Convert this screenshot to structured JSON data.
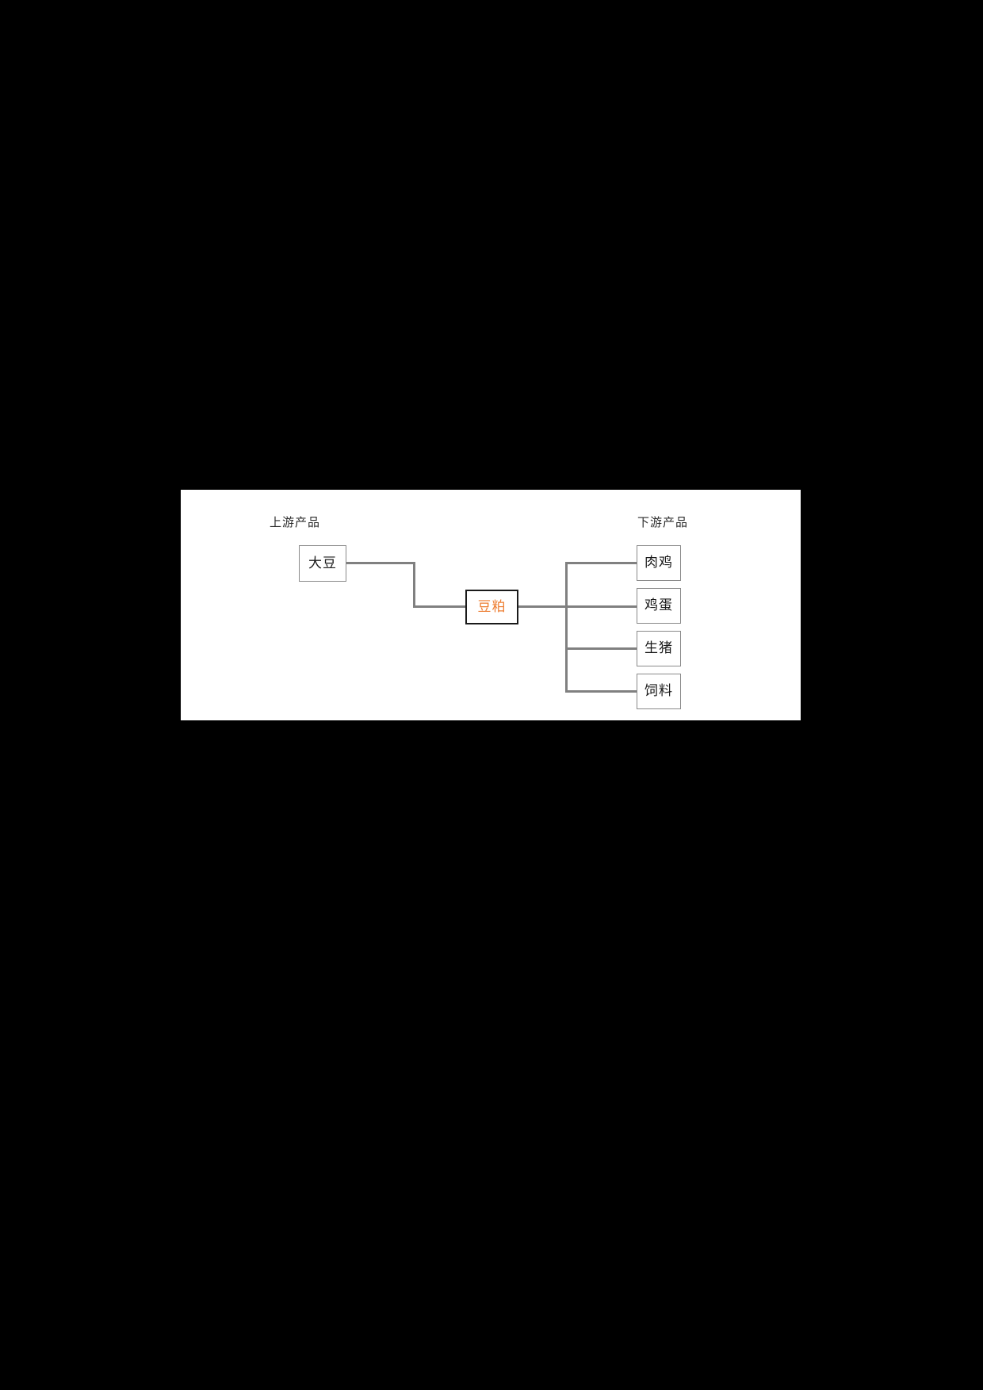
{
  "page": {
    "background_color": "#000000",
    "panel_background_color": "#ffffff"
  },
  "figure": {
    "labels": {
      "upstream": "上游产品",
      "downstream": "下游产品"
    },
    "colors": {
      "accent": "#ED7D31",
      "node_border": "#8a8a8a",
      "accent_border": "#1a1a1a",
      "connector": "#808080",
      "text": "#1a1a1a"
    },
    "nodes": {
      "upstream": [
        {
          "id": "soybean",
          "label": "大豆"
        }
      ],
      "center": [
        {
          "id": "soymeal",
          "label": "豆粕",
          "highlighted": true
        }
      ],
      "downstream": [
        {
          "id": "broiler",
          "label": "肉鸡"
        },
        {
          "id": "egg",
          "label": "鸡蛋"
        },
        {
          "id": "hog",
          "label": "生猪"
        },
        {
          "id": "feed",
          "label": "饲料"
        }
      ]
    },
    "edges": [
      {
        "from": "soybean",
        "to": "soymeal"
      },
      {
        "from": "soymeal",
        "to": "broiler"
      },
      {
        "from": "soymeal",
        "to": "egg"
      },
      {
        "from": "soymeal",
        "to": "hog"
      },
      {
        "from": "soymeal",
        "to": "feed"
      }
    ]
  }
}
